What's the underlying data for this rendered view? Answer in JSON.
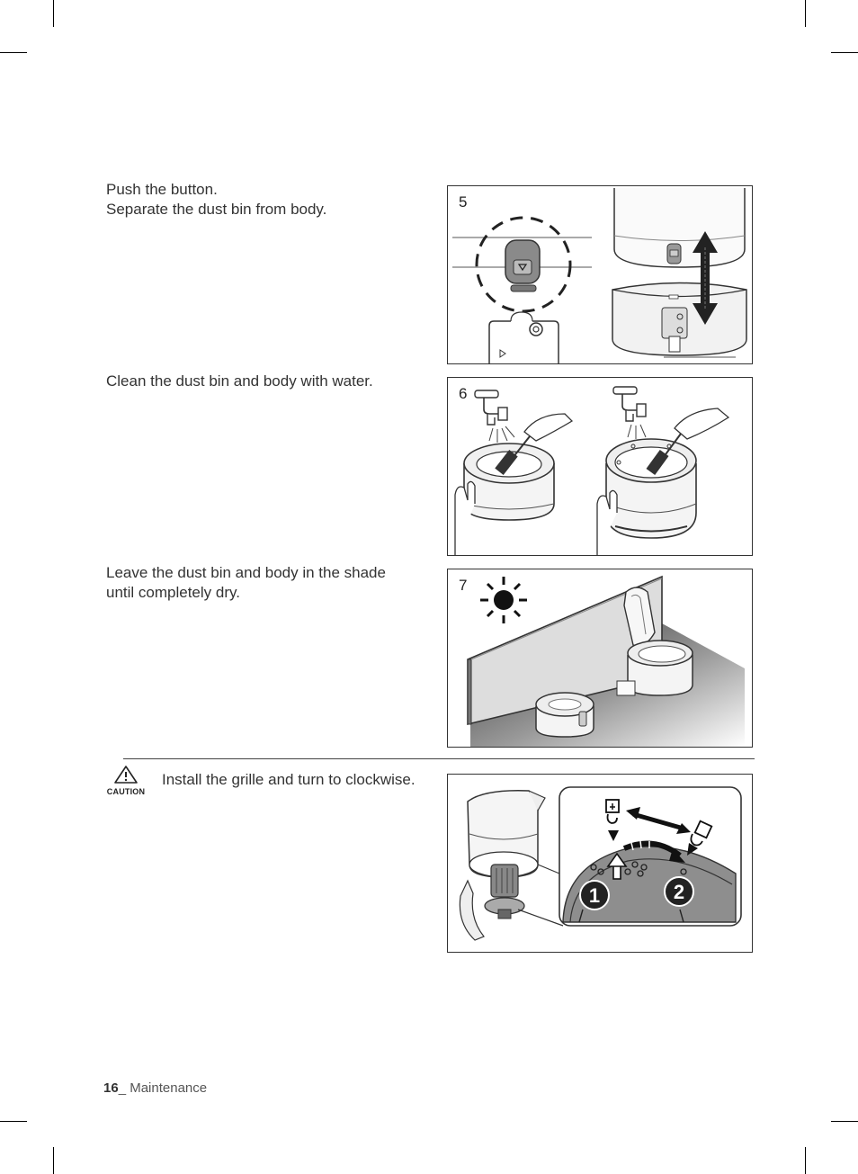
{
  "steps": [
    {
      "number": "5",
      "lines": [
        "Push the button.",
        "Separate the dust bin from body."
      ]
    },
    {
      "number": "6",
      "lines": [
        "Clean the dust bin and body with water."
      ]
    },
    {
      "number": "7",
      "lines": [
        "Leave the dust bin and body in the shade",
        "until completely dry."
      ]
    }
  ],
  "caution": {
    "label": "CAUTION",
    "text": "Install the grille and turn to clockwise.",
    "markers": [
      "1",
      "2"
    ]
  },
  "footer": {
    "page_number": "16",
    "separator": "_ ",
    "section": "Maintenance"
  },
  "icons": {
    "caution": "warning-triangle-icon",
    "sun": "sun-icon",
    "faucet": "faucet-icon",
    "lock": "lock-icon",
    "unlock": "unlock-icon"
  }
}
